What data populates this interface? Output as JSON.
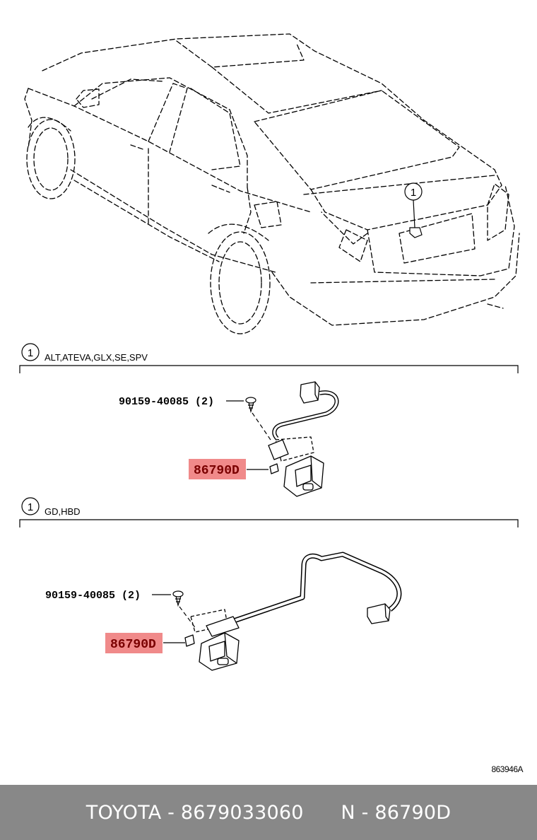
{
  "callout_marker": "1",
  "sections": [
    {
      "marker": "1",
      "variant_label": "ALT,ATEVA,GLX,SE,SPV",
      "screw_part": "90159-40085 (2)",
      "camera_part": "86790D"
    },
    {
      "marker": "1",
      "variant_label": "GD,HBD",
      "screw_part": "90159-40085 (2)",
      "camera_part": "86790D"
    }
  ],
  "diagram_code": "863946A",
  "footer": {
    "brand": "TOYOTA",
    "separator": " - ",
    "part_number": "8679033060",
    "n_prefix": "N",
    "n_code": "86790D"
  },
  "colors": {
    "highlight": "#f08a8a",
    "footer_bg": "#888888",
    "footer_text": "#ffffff"
  },
  "icons": {
    "callout": "circled-number-icon",
    "camera": "rear-camera-icon",
    "screw": "screw-icon"
  }
}
